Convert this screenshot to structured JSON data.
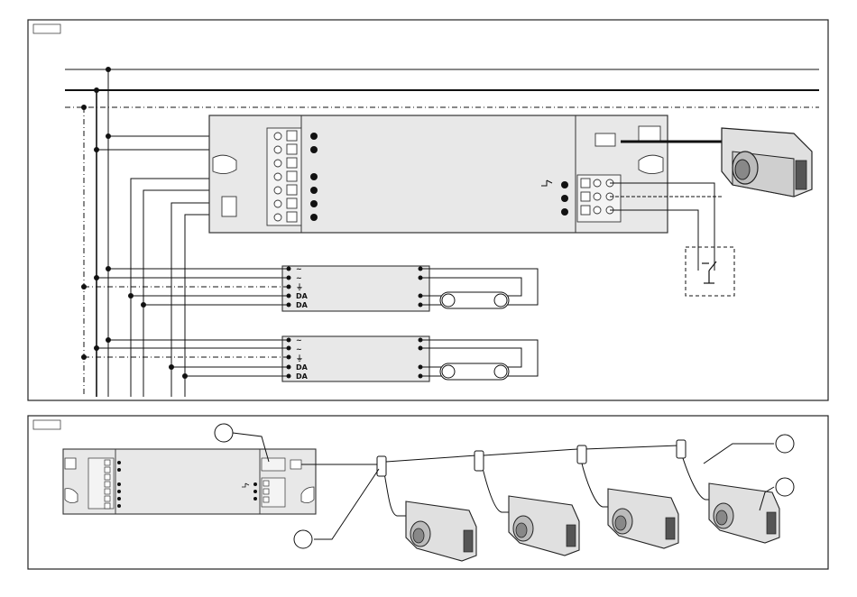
{
  "panels": {
    "top": {
      "tag": ""
    },
    "bottom": {
      "tag": ""
    }
  },
  "ballast_terminals": {
    "labels": [
      "~",
      "~",
      "⏚",
      "DA",
      "DA"
    ]
  },
  "callouts": [
    "",
    "",
    "",
    ""
  ],
  "colors": {
    "line": "#111111",
    "housing": "#e8e8e8",
    "housing_stroke": "#333333",
    "background": "#ffffff"
  },
  "icons": [
    "dali-controller",
    "rotary-dimmer",
    "electronic-ballast",
    "fluorescent-lamp",
    "push-button",
    "cable-clamp"
  ]
}
